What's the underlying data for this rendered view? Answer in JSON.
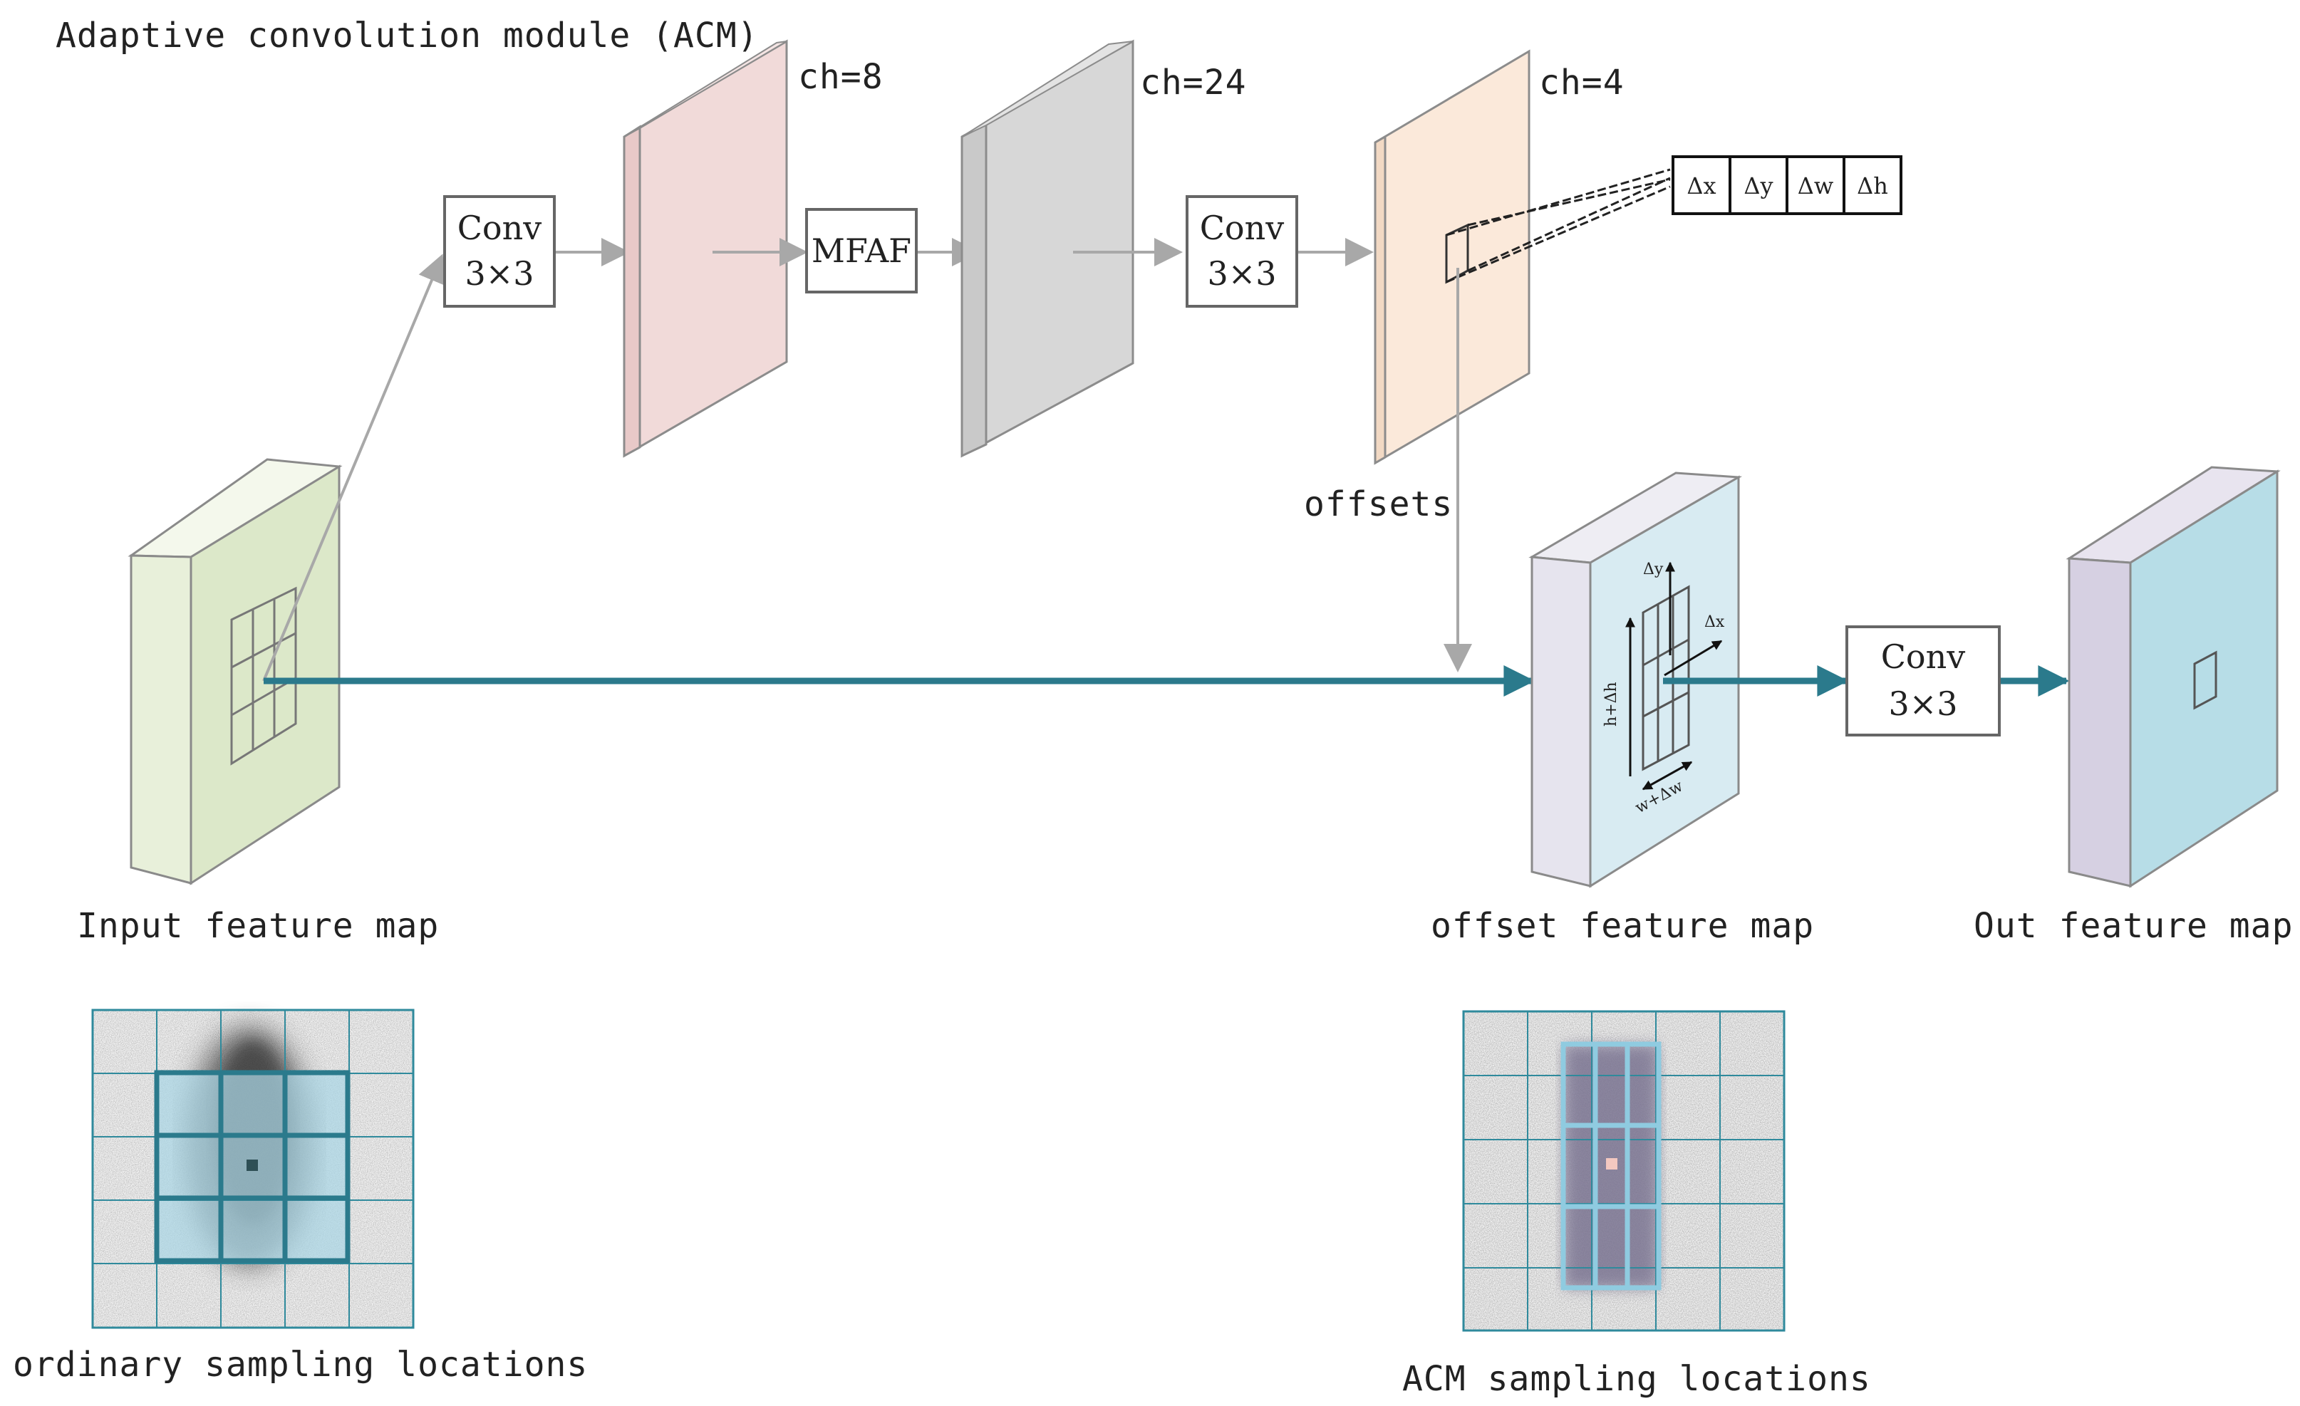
{
  "title": "Adaptive convolution module (ACM)",
  "blocks": {
    "conv1": {
      "line1": "Conv",
      "line2": "3×3"
    },
    "mfaf": {
      "label": "MFAF"
    },
    "conv2": {
      "line1": "Conv",
      "line2": "3×3"
    },
    "conv3": {
      "line1": "Conv",
      "line2": "3×3"
    }
  },
  "channels": {
    "first": "ch=8",
    "second": "ch=24",
    "third": "ch=4"
  },
  "offsets_label": "offsets",
  "offset_params": [
    "Δx",
    "Δy",
    "Δw",
    "Δh"
  ],
  "inset_labels": {
    "dy": "Δy",
    "dx": "Δx",
    "h": "h+Δh",
    "w": "w+Δw"
  },
  "captions": {
    "input": "Input feature map",
    "offset": "offset feature map",
    "output": "Out feature map",
    "ordinary": "ordinary sampling locations",
    "acm": "ACM sampling locations"
  },
  "colors": {
    "arrow_main": "#2b7a8c",
    "arrow_gray": "#a8a8a8",
    "input_face": "#e8f0da",
    "fm8": "#f1dad9",
    "fm24": "#d7d7d7",
    "fm4": "#fbe9da",
    "offset_front": "#d8ebf2",
    "offset_side": "#e6e4ee",
    "out_front": "#b7dde7",
    "out_side": "#d6d0e2",
    "grid_teal": "#2f8a9c",
    "highlight_blue": "#a9d6e4"
  }
}
